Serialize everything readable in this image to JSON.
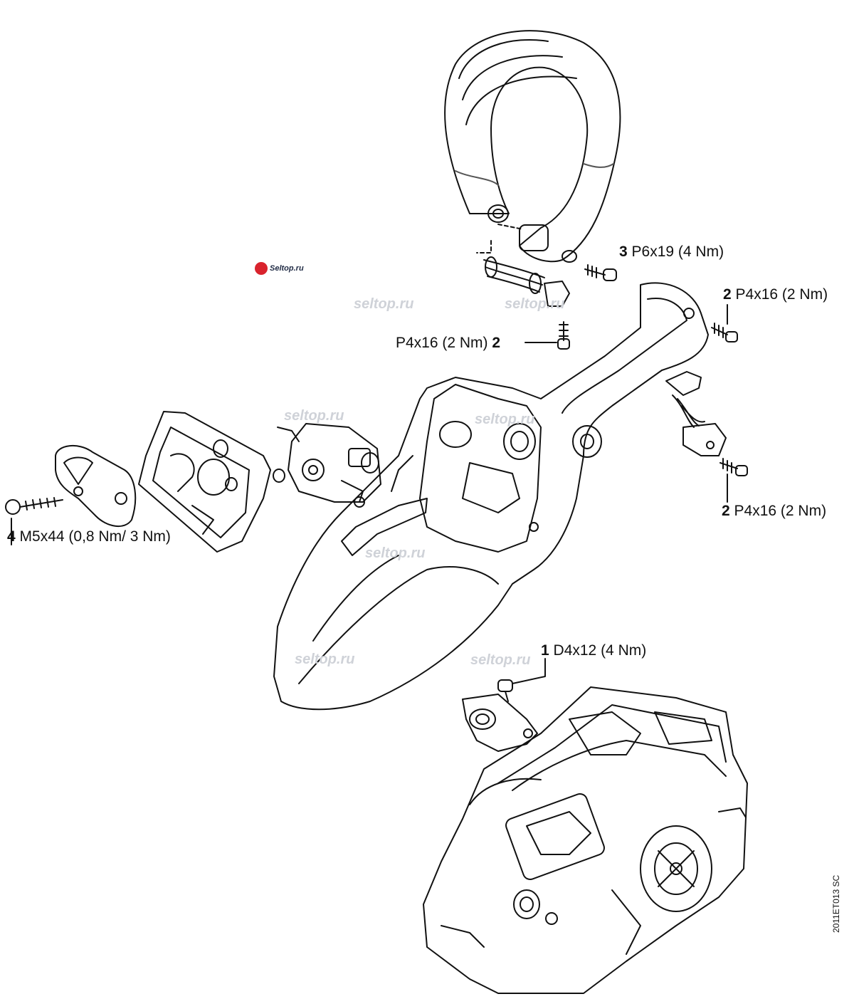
{
  "labels": {
    "l3": {
      "num": "3",
      "text": "P6x19 (4 Nm)"
    },
    "l2_top_right": {
      "num": "2",
      "text": "P4x16 (2 Nm)"
    },
    "l2_center": {
      "num": "2",
      "text": "P4x16 (2 Nm)"
    },
    "l2_lower_right": {
      "num": "2",
      "text": "P4x16 (2 Nm)"
    },
    "l4": {
      "num": "4",
      "text": "M5x44 (0,8 Nm/ 3 Nm)"
    },
    "l1": {
      "num": "1",
      "text": "D4x12 (4 Nm)"
    }
  },
  "watermarks": [
    "seltop.ru",
    "seltop.ru",
    "seltop.ru",
    "seltop.ru",
    "seltop.ru",
    "seltop.ru",
    "seltop.ru"
  ],
  "logo_text": "Seltop.ru",
  "diagram_code": "2011ET013 SC",
  "colors": {
    "line": "#111111",
    "watermark": "#cfd2d8",
    "logo_red": "#d9232d"
  }
}
